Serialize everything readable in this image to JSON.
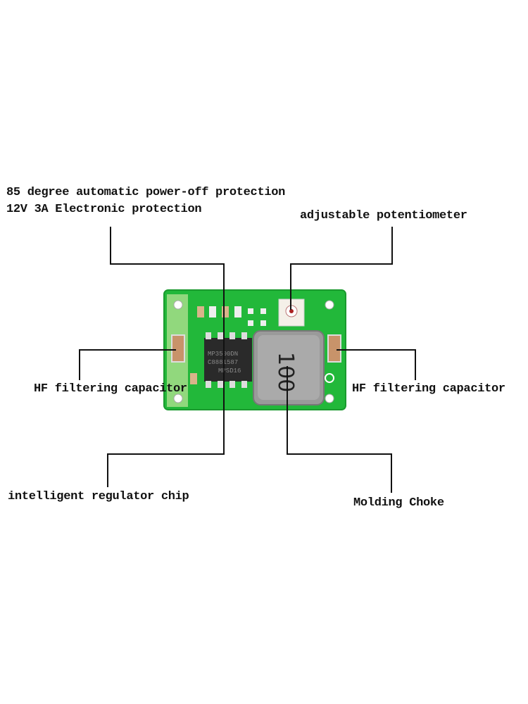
{
  "labels": {
    "thermal_protection": "85 degree automatic power-off protection",
    "electronic_protection": "12V 3A Electronic protection",
    "potentiometer": "adjustable potentiometer",
    "hf_capacitor_left": "HF filtering capacitor",
    "hf_capacitor_right": "HF filtering capacitor",
    "regulator_chip": "intelligent regulator chip",
    "molding_choke": "Molding Choke"
  },
  "board": {
    "chip_marking": [
      "MP3500DN",
      "C8881587",
      "MPSD16"
    ],
    "inductor_marking": "100",
    "pcb_color": "#22b83a"
  }
}
